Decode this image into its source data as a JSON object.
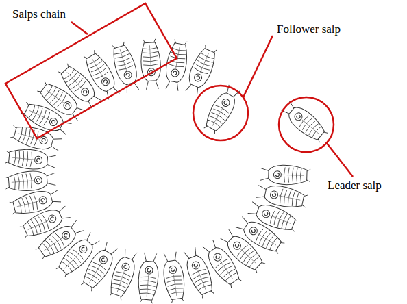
{
  "diagram": {
    "labels": [
      "Salps chain",
      "Follower salp",
      "Leader salp"
    ]
  }
}
